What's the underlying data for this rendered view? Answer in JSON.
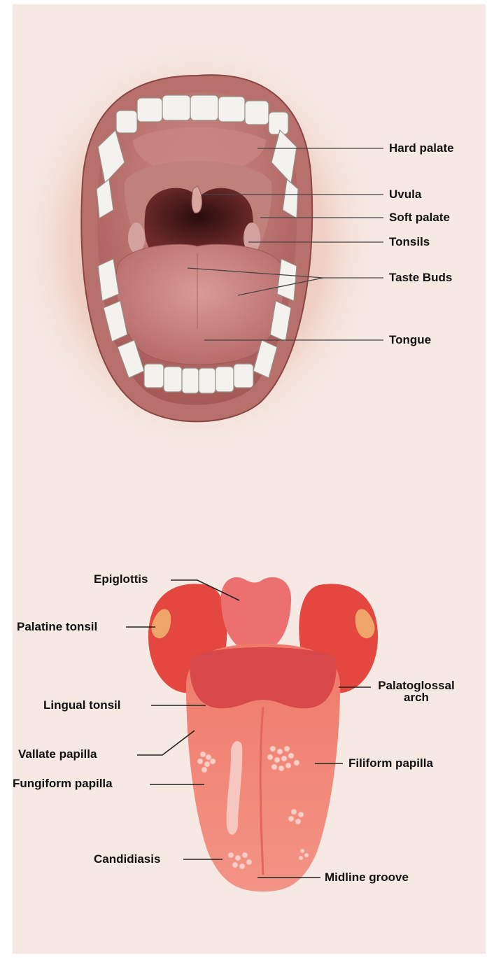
{
  "mouth_diagram": {
    "labels": {
      "hard_palate": "Hard palate",
      "uvula": "Uvula",
      "soft_palate": "Soft palate",
      "tonsils": "Tonsils",
      "taste_buds": "Taste Buds",
      "tongue": "Tongue"
    }
  },
  "tongue_diagram": {
    "labels": {
      "epiglottis": "Epiglottis",
      "palatine_tonsil": "Palatine tonsil",
      "palatoglossal_arch_line1": "Palatoglossal",
      "palatoglossal_arch_line2": "arch",
      "lingual_tonsil": "Lingual tonsil",
      "vallate_papilla": "Vallate papilla",
      "filiform_papilla": "Filiform papilla",
      "fungiform_papilla": "Fungiform papilla",
      "candidiasis": "Candidiasis",
      "midline_groove": "Midline groove"
    }
  },
  "colors": {
    "panel_background": "#f6e8e2",
    "lip": "#b56a6a",
    "tongue_red": "#e35a4e",
    "label_text": "#111111"
  }
}
